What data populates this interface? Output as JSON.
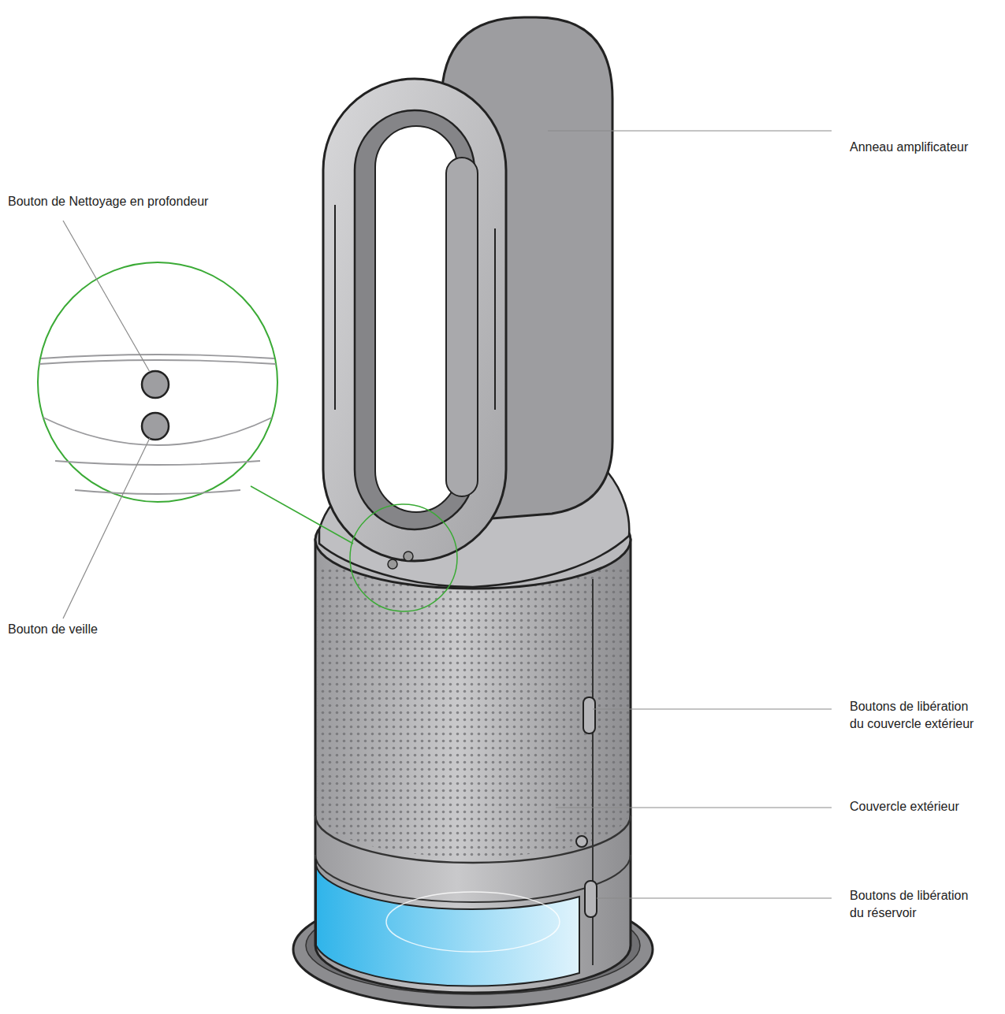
{
  "diagram": {
    "labels": [
      "Anneau amplificateur",
      "Bouton de Nettoyage en profondeur",
      "Bouton de veille",
      "Boutons de libération du couvercle extérieur",
      "Couvercle extérieur",
      "Boutons de libération du réservoir"
    ]
  }
}
